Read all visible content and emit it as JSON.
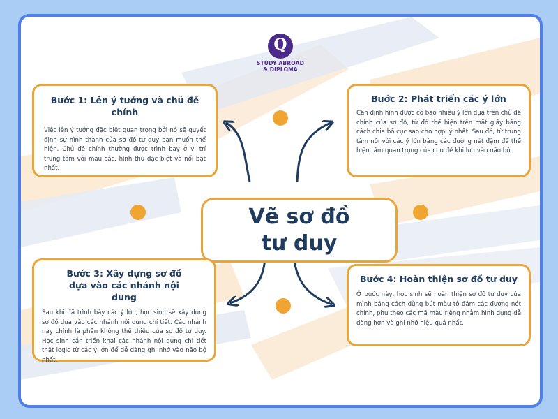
{
  "logo": {
    "mark": "Q",
    "name_line1": "STUDY ABROAD",
    "name_line2": "& DIPLOMA"
  },
  "center": {
    "line1": "Vẽ sơ đồ",
    "line2": "tư duy"
  },
  "steps": [
    {
      "title": "Bước 1: Lên ý tưởng và chủ đề chính",
      "body": "Việc lên ý tưởng đặc biệt quan trọng bởi nó sẽ quyết định sự hình thành của sơ đồ tư duy bạn muốn thể hiện. Chủ đề chính thường được trình bày ở vị trí trung tâm với màu sắc, hình thù đặc biệt và nổi bật nhất."
    },
    {
      "title": "Bước 2: Phát triển các ý lớn",
      "body": "Cần định hình được có bao nhiêu ý lớn dựa trên chủ đề chính của sơ đồ, từ đó thể hiện trên mặt giấy bằng cách chia bố cục sao cho hợp lý nhất. Sau đó, từ trung tâm nối với các ý lớn bằng các đường nét đậm để thể hiện tầm quan trọng của chủ đề khi lưu vào não bộ."
    },
    {
      "title": "Bước 3: Xây dựng sơ đồ dựa vào các nhánh nội dung",
      "body": "Sau khi đã trình bày các ý lớn, học sinh sẽ xây dựng sơ đồ dựa vào các nhánh nội dung chi tiết. Các nhánh này chính là phần không thể thiếu của sơ đồ tư duy. Học sinh cần triển khai các nhánh nội dung chi tiết thật logic từ các ý lớn để dễ dàng ghi nhớ vào não bộ nhất."
    },
    {
      "title": "Bước 4: Hoàn thiện sơ đồ tư duy",
      "body": "Ở bước này, học sinh sẽ hoàn thiện sơ đồ tư duy của mình bằng cách dùng bút màu tô đậm các đường nét chính, phụ theo các mã màu riêng nhằm hình dung dễ dàng hơn và ghi nhớ hiệu quả nhất."
    }
  ],
  "colors": {
    "page_bg": "#a9cdf4",
    "frame_border": "#4f7fe8",
    "box_border": "#e8a63a",
    "dot": "#f0a532",
    "heading_text": "#1f3c5e",
    "arrow": "#1f3c5e",
    "logo_purple": "#4b2a8a"
  }
}
